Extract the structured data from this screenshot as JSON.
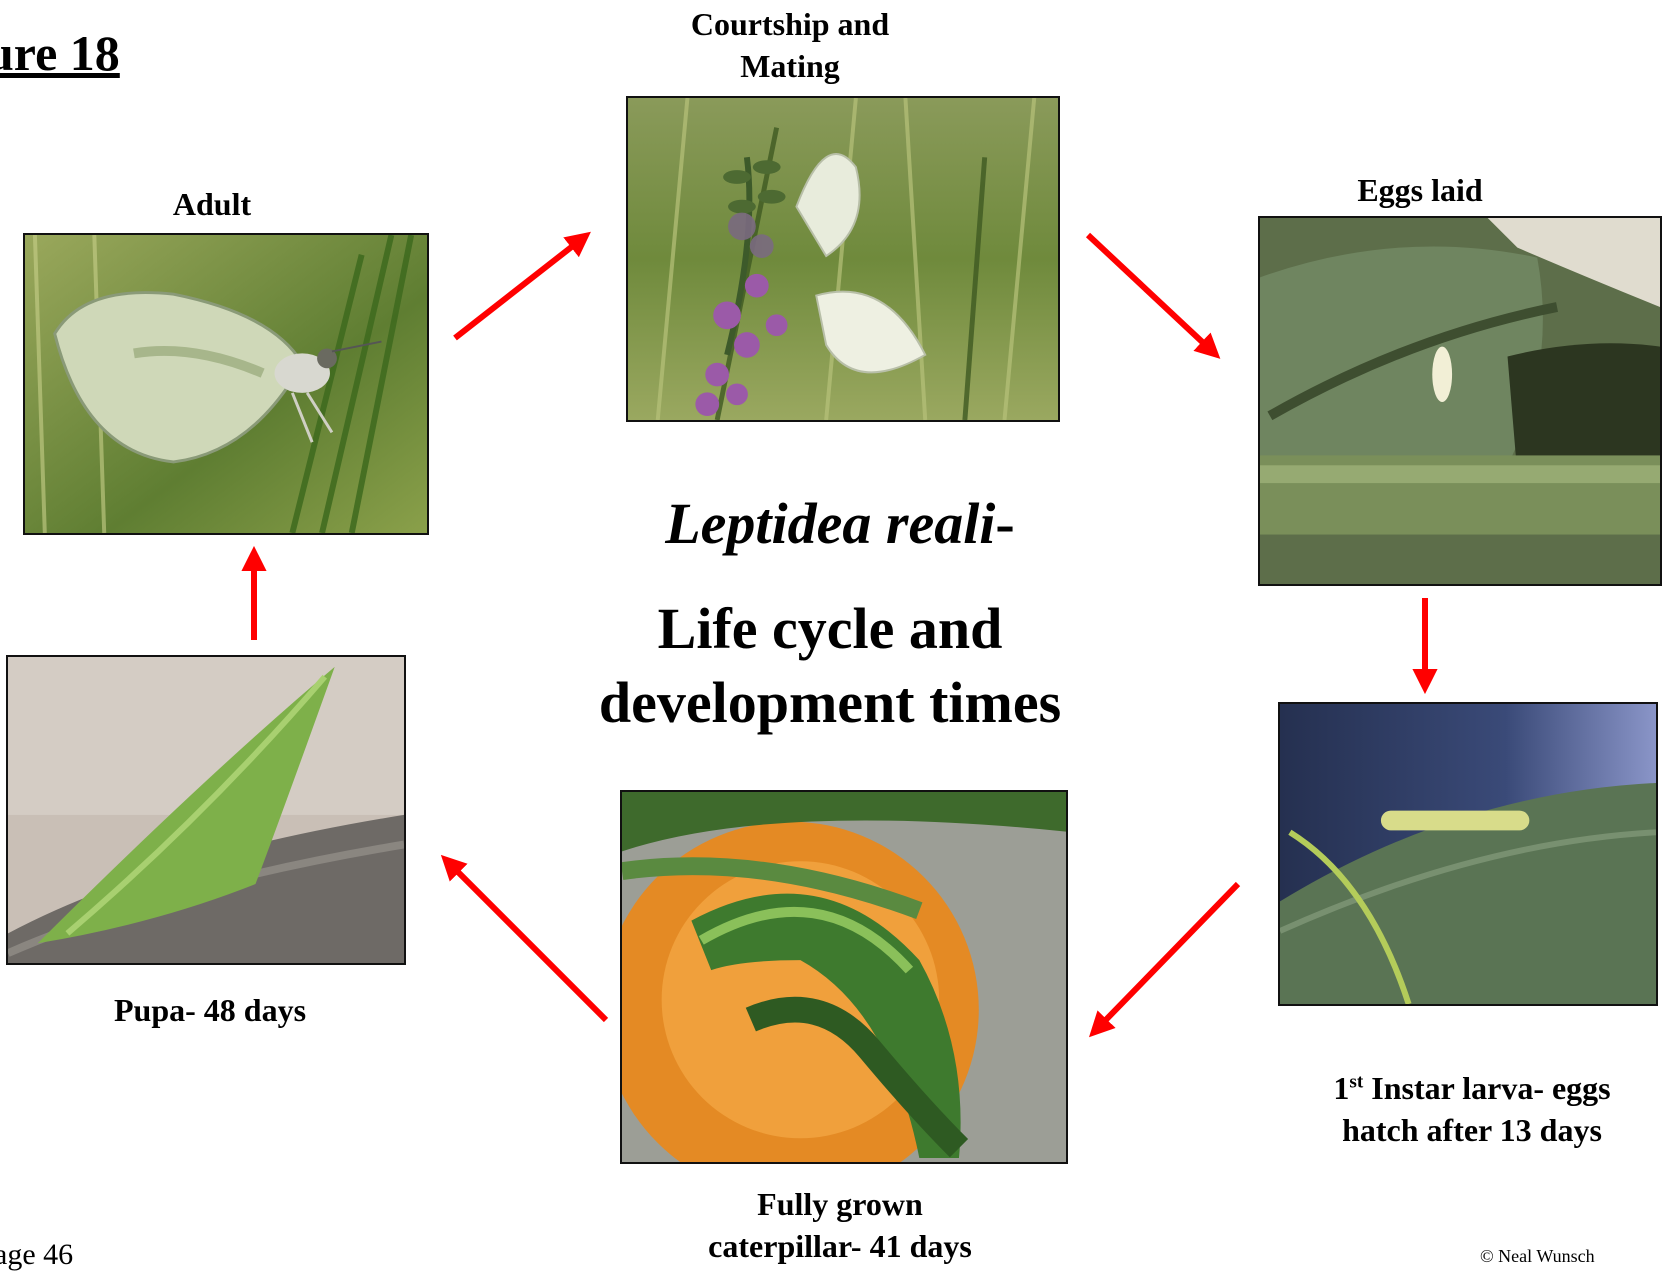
{
  "header": {
    "figure_title": "ure 18"
  },
  "center": {
    "species": "Leptidea reali",
    "species_suffix": "-",
    "subtitle_line1": "Life cycle and",
    "subtitle_line2": "development times"
  },
  "stages": {
    "courtship": {
      "line1": "Courtship and",
      "line2": "Mating"
    },
    "eggs": {
      "label": "Eggs laid"
    },
    "larva": {
      "ordinal": "1",
      "ordinal_suffix": "st",
      "line1_rest": " Instar larva-  eggs",
      "line2": "hatch after 13 days"
    },
    "caterpillar": {
      "line1": "Fully grown",
      "line2": "caterpillar- 41 days"
    },
    "pupa": {
      "label": "Pupa- 48 days"
    },
    "adult": {
      "label": "Adult"
    }
  },
  "footer": {
    "page_number": "age 46",
    "copyright": "© Neal Wunsch"
  },
  "colors": {
    "arrow": "#ff0000",
    "border": "#111111"
  }
}
